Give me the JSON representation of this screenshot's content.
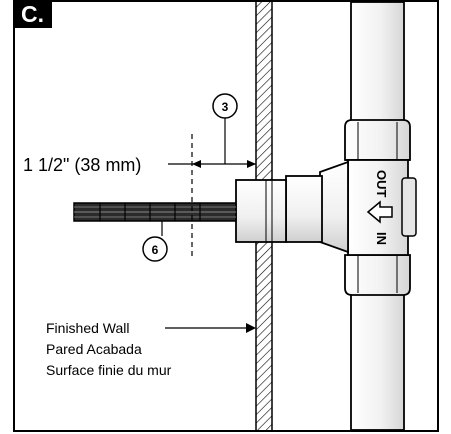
{
  "step": {
    "label": "C."
  },
  "callouts": {
    "part3": "3",
    "part6": "6"
  },
  "dimension": {
    "text": "1 1/2\" (38 mm)"
  },
  "wall_label": {
    "line1": "Finished Wall",
    "line2": "Pared Acabada",
    "line3": "Surface finie du mur"
  },
  "valve_markings": {
    "out": "OUT",
    "in": "IN"
  },
  "colors": {
    "ink": "#000000",
    "paper": "#ffffff",
    "metal_light": "#f4f4f4",
    "metal_shade": "#d0d0d0"
  }
}
